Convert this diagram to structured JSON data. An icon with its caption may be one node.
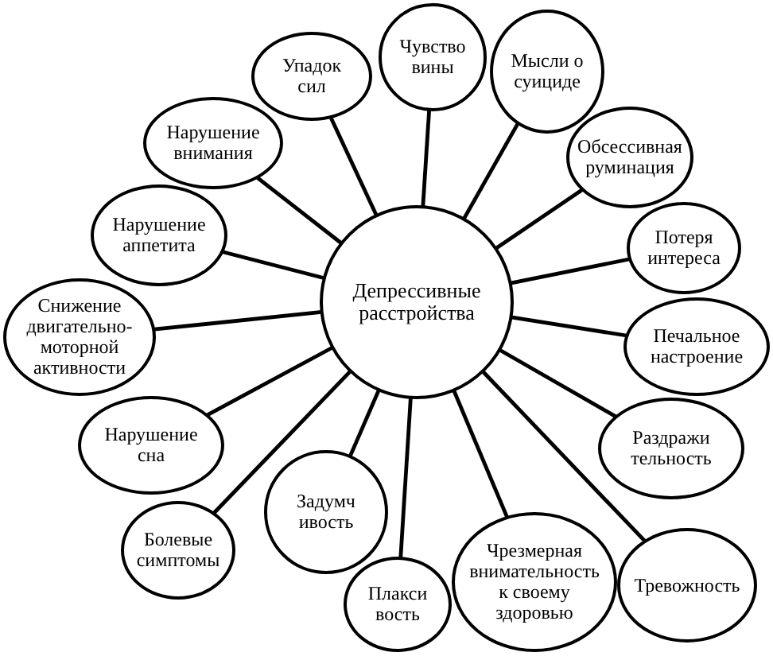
{
  "diagram": {
    "nodes": [
      {
        "text": [
          "Депрессивные расстройства"
        ]
      },
      {
        "text": [
          "Упадок сил"
        ]
      },
      {
        "text": [
          "Чувство вины"
        ]
      },
      {
        "text": [
          "Мысли о суициде"
        ]
      },
      {
        "text": [
          "Обсессивная руминация"
        ]
      },
      {
        "text": [
          "Потеря интереса"
        ]
      },
      {
        "text": [
          "Печальное настроение"
        ]
      },
      {
        "text": [
          "Раздражительность"
        ]
      },
      {
        "text": [
          "Тревожность"
        ]
      },
      {
        "text": [
          "Чрезмерная внимательность к своему здоровью"
        ]
      },
      {
        "text": [
          "Плаксивость"
        ]
      },
      {
        "text": [
          "Задумчивость"
        ]
      },
      {
        "text": [
          "Болевые симптомы"
        ]
      },
      {
        "text": [
          "Нарушение сна"
        ]
      },
      {
        "text": [
          "Снижение двигательно-моторной активности"
        ]
      },
      {
        "text": [
          "Нарушение аппетита"
        ]
      },
      {
        "text": [
          "Нарушение внимания"
        ]
      }
    ],
    "edges": [
      {
        "from": 0,
        "to": 1,
        "arrow": "none"
      },
      {
        "from": 0,
        "to": 2,
        "arrow": "none"
      },
      {
        "from": 0,
        "to": 3,
        "arrow": "none"
      },
      {
        "from": 0,
        "to": 4,
        "arrow": "none"
      },
      {
        "from": 0,
        "to": 5,
        "arrow": "none"
      },
      {
        "from": 0,
        "to": 6,
        "arrow": "none"
      },
      {
        "from": 0,
        "to": 7,
        "arrow": "none"
      },
      {
        "from": 0,
        "to": 8,
        "arrow": "none"
      },
      {
        "from": 0,
        "to": 9,
        "arrow": "none"
      },
      {
        "from": 0,
        "to": 10,
        "arrow": "none"
      },
      {
        "from": 0,
        "to": 11,
        "arrow": "none"
      },
      {
        "from": 0,
        "to": 12,
        "arrow": "none"
      },
      {
        "from": 0,
        "to": 13,
        "arrow": "none"
      },
      {
        "from": 0,
        "to": 14,
        "arrow": "none"
      },
      {
        "from": 0,
        "to": 15,
        "arrow": "none"
      },
      {
        "from": 0,
        "to": 16,
        "arrow": "none"
      }
    ]
  }
}
